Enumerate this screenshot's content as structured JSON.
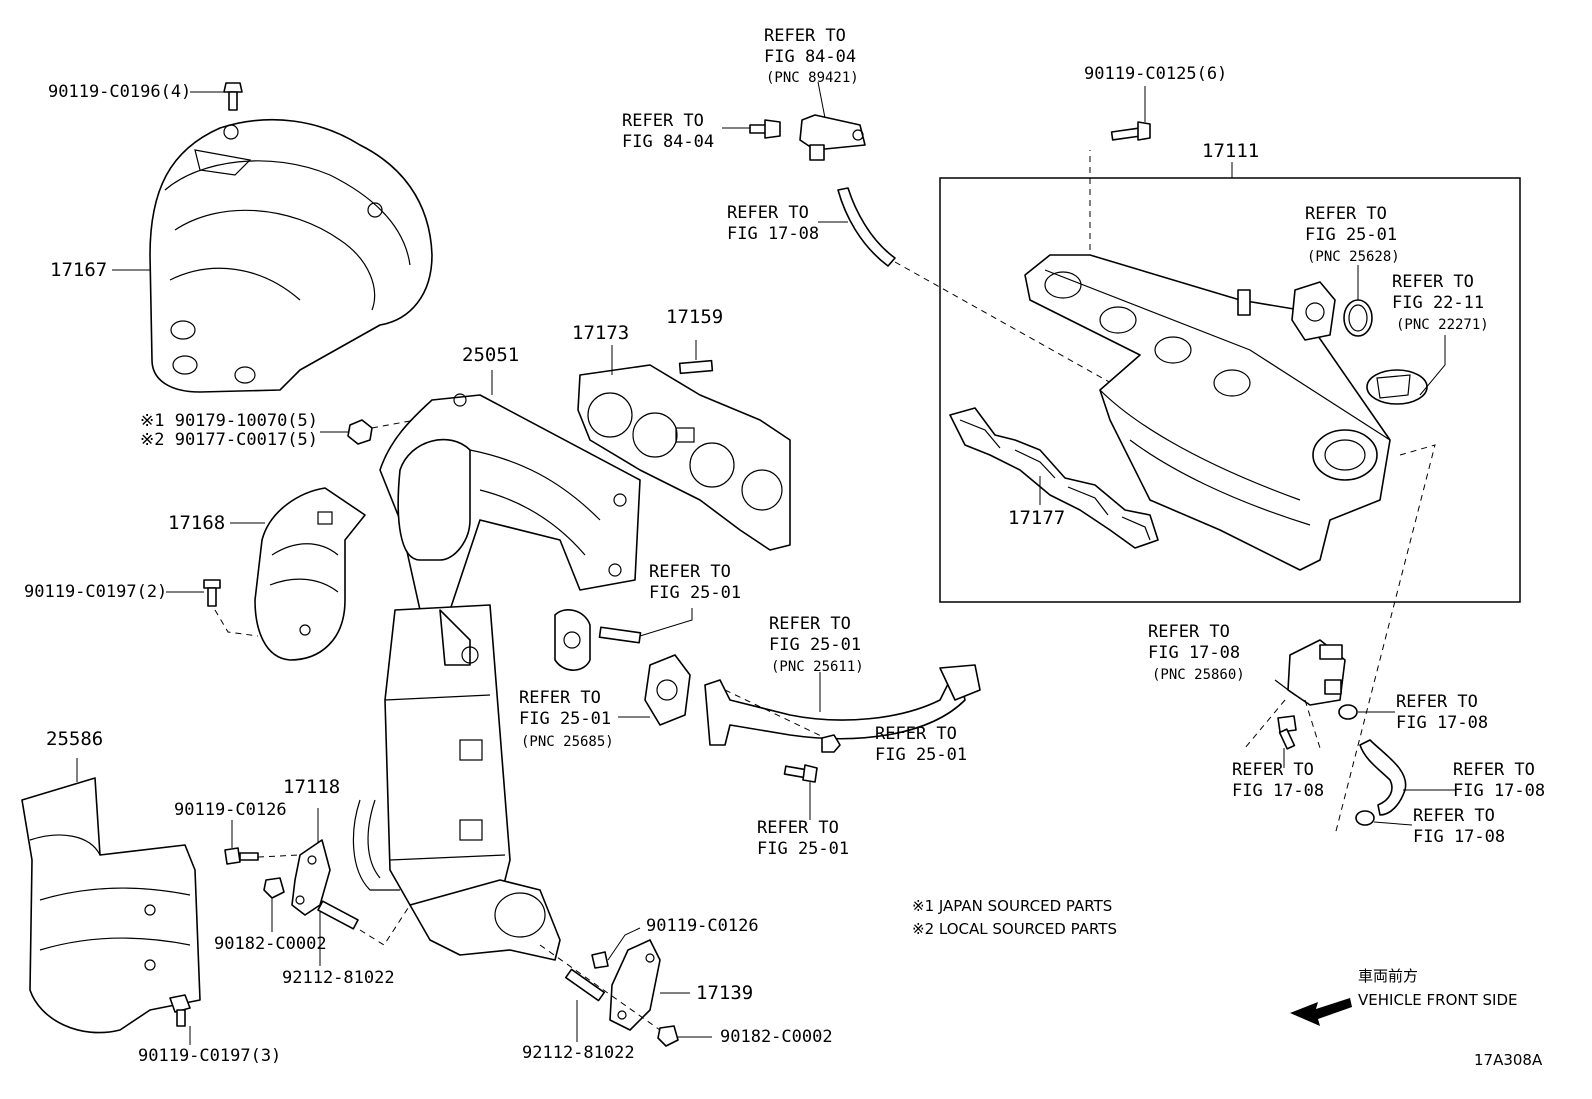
{
  "labels": {
    "l1": "90119-C0196(4)",
    "l2": "17167",
    "l3": "※1 90179-10070(5)",
    "l4": "※2 90177-C0017(5)",
    "l5": "17168",
    "l6": "90119-C0197(2)",
    "l7": "25586",
    "l8": "90119-C0126",
    "l9": "17118",
    "l10": "90182-C0002",
    "l11": "92112-81022",
    "l12": "90119-C0197(3)",
    "l13": "25051",
    "l14": "17173",
    "l15": "17159",
    "l16": "REFER TO\nFIG 25-01",
    "l17": "REFER TO\nFIG 25-01",
    "l17pnc": "(PNC 25685)",
    "l18": "90119-C0126",
    "l19": "17139",
    "l20": "92112-81022",
    "l21": "90182-C0002",
    "l22": "REFER TO\nFIG 84-04",
    "l22pnc": "(PNC 89421)",
    "l23": "REFER TO\nFIG 84-04",
    "l24": "REFER TO\nFIG 17-08",
    "l25": "REFER TO\nFIG 25-01",
    "l25pnc": "(PNC 25611)",
    "l26": "REFER TO\nFIG 25-01",
    "l27": "REFER TO\nFIG 25-01",
    "l28": "90119-C0125(6)",
    "l29": "17111",
    "l30": "REFER TO\nFIG 25-01",
    "l30pnc": "(PNC 25628)",
    "l31": "REFER TO\nFIG 22-11",
    "l31pnc": "(PNC 22271)",
    "l32": "17177",
    "l33": "REFER TO\nFIG 17-08",
    "l33pnc": "(PNC 25860)",
    "l34": "REFER TO\nFIG 17-08",
    "l35": "REFER TO\nFIG 17-08",
    "l36": "REFER TO\nFIG 17-08",
    "l37": "REFER TO\nFIG 17-08",
    "note1": "※1 JAPAN SOURCED PARTS",
    "note2": "※2 LOCAL SOURCED PARTS",
    "front_jp": "車両前方",
    "front_en": "VEHICLE FRONT SIDE",
    "figure_id": "17A308A"
  }
}
